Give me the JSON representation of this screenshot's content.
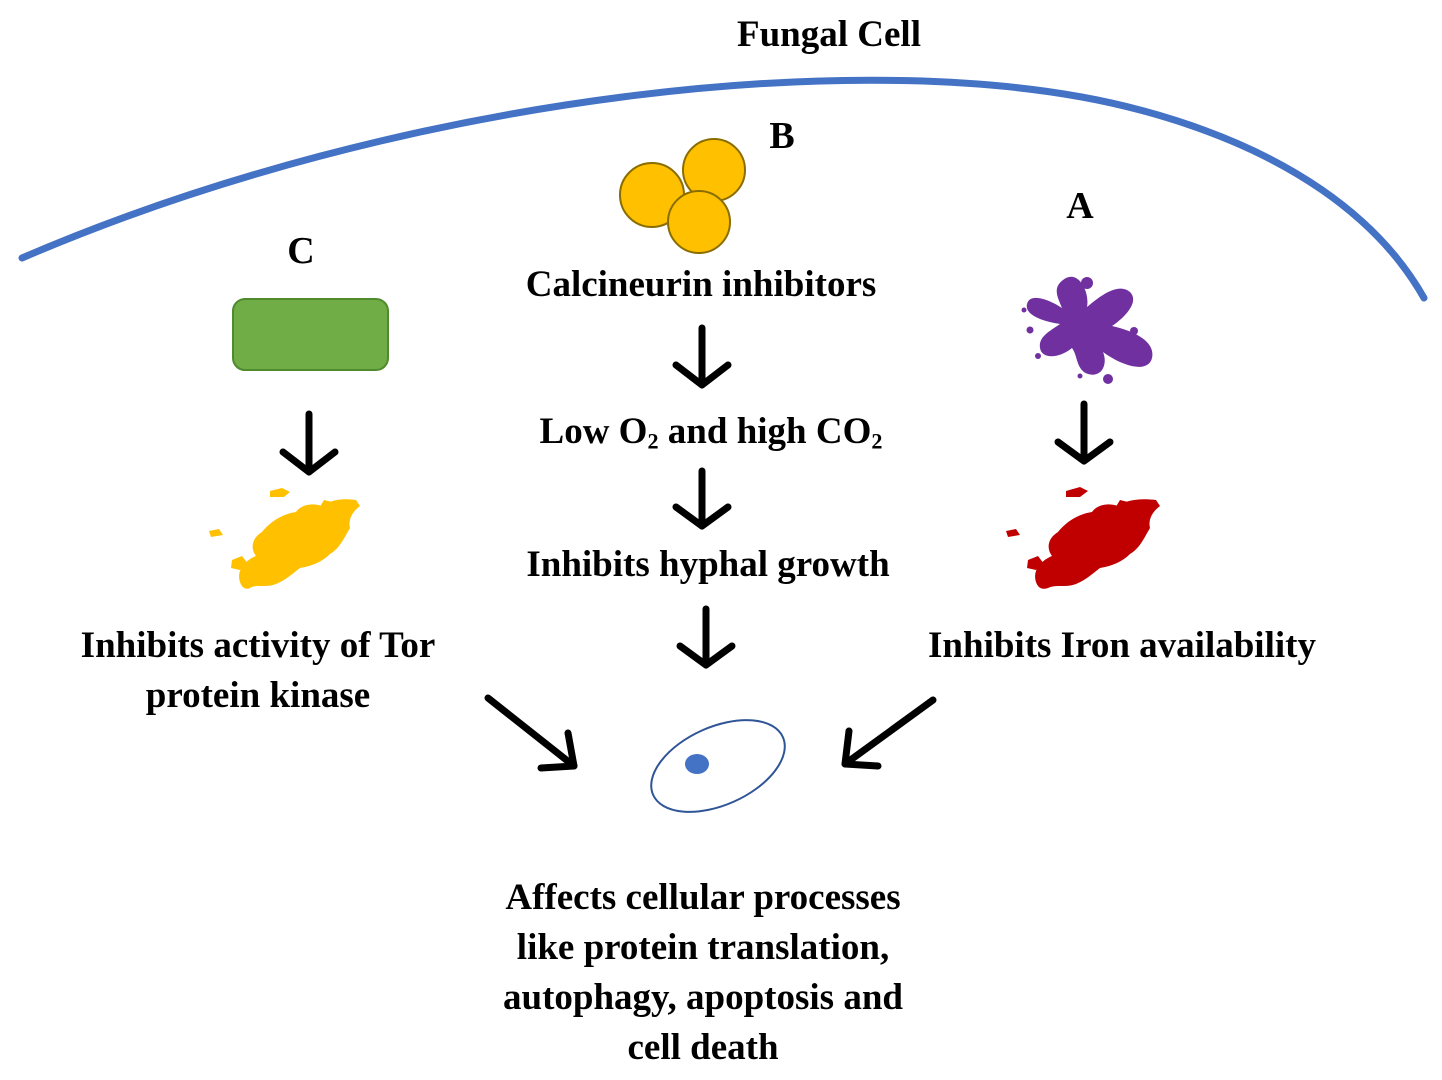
{
  "title": "Fungal Cell",
  "pathway_b": {
    "letter": "B",
    "agent": "Calcineurin inhibitors",
    "step1": {
      "pre": "Low O",
      "sub1": "2",
      "mid": " and high CO",
      "sub2": "2"
    },
    "step2": "Inhibits hyphal growth"
  },
  "pathway_a": {
    "letter": "A",
    "effect": "Inhibits Iron availability"
  },
  "pathway_c": {
    "letter": "C",
    "effect_line1": "Inhibits activity of Tor",
    "effect_line2": "protein kinase"
  },
  "outcome": {
    "line1": "Affects cellular processes",
    "line2": "like protein translation,",
    "line3": "autophagy, apoptosis and",
    "line4": "cell death"
  },
  "colors": {
    "membrane": "#4472C4",
    "spheres": "#FFC000",
    "rectangle": "#70AD47",
    "splat": "#7030A0",
    "map_gold": "#FFC000",
    "map_red": "#C00000",
    "nucleus": "#4472C4"
  }
}
